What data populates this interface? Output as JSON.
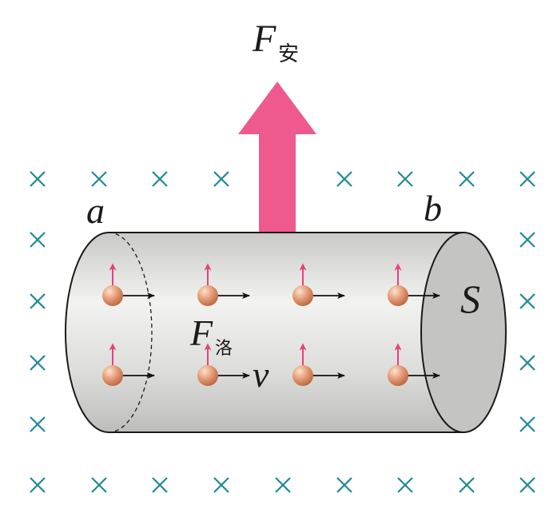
{
  "field": {
    "symbol": "×",
    "color": "#1e8a94"
  },
  "labels": {
    "force_ampere_main": "F",
    "force_ampere_sub": "安",
    "end_a": "a",
    "end_b": "b",
    "cross_section": "S",
    "force_lorentz_main": "F",
    "force_lorentz_sub": "洛",
    "velocity": "v"
  },
  "colors": {
    "arrow_ampere": "#ee5a8e",
    "arrow_lorentz": "#e6407e",
    "conductor_body": "#d9d9d6",
    "conductor_end": "#c4c4c2",
    "charge": "#dd8a5e"
  },
  "icons": {
    "field_mark": "cross-icon",
    "charge": "positive-charge-icon",
    "velocity_arrow": "right-arrow-icon",
    "lorentz_arrow": "up-arrow-icon"
  }
}
